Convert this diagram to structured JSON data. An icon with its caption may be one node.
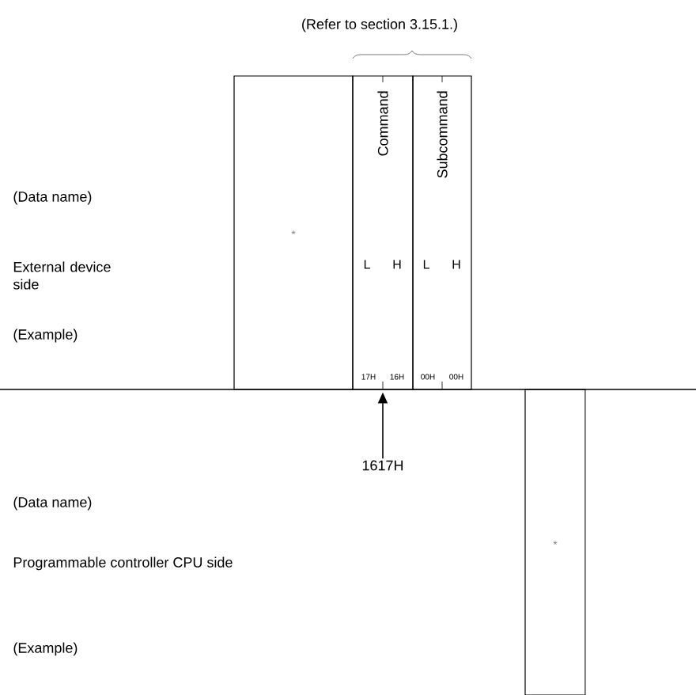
{
  "diagram": {
    "nodes": [
      {
        "text": [
          "*"
        ]
      },
      {
        "text": [
          "Command",
          "L",
          "H",
          "17H",
          "16H"
        ]
      },
      {
        "text": [
          "Subcommand",
          "L",
          "H",
          "00H",
          "00H"
        ]
      },
      {
        "text": [
          "1617H"
        ]
      },
      {
        "text": [
          "*"
        ]
      }
    ],
    "edges": [
      {
        "from": 3,
        "to": 1,
        "arrow": "to"
      }
    ],
    "labels": [
      "(Refer to section 3.15.1.)",
      "(Data name)",
      "External device side",
      "(Example)",
      "(Data name)",
      "Programmable controller CPU side",
      "(Example)"
    ]
  }
}
